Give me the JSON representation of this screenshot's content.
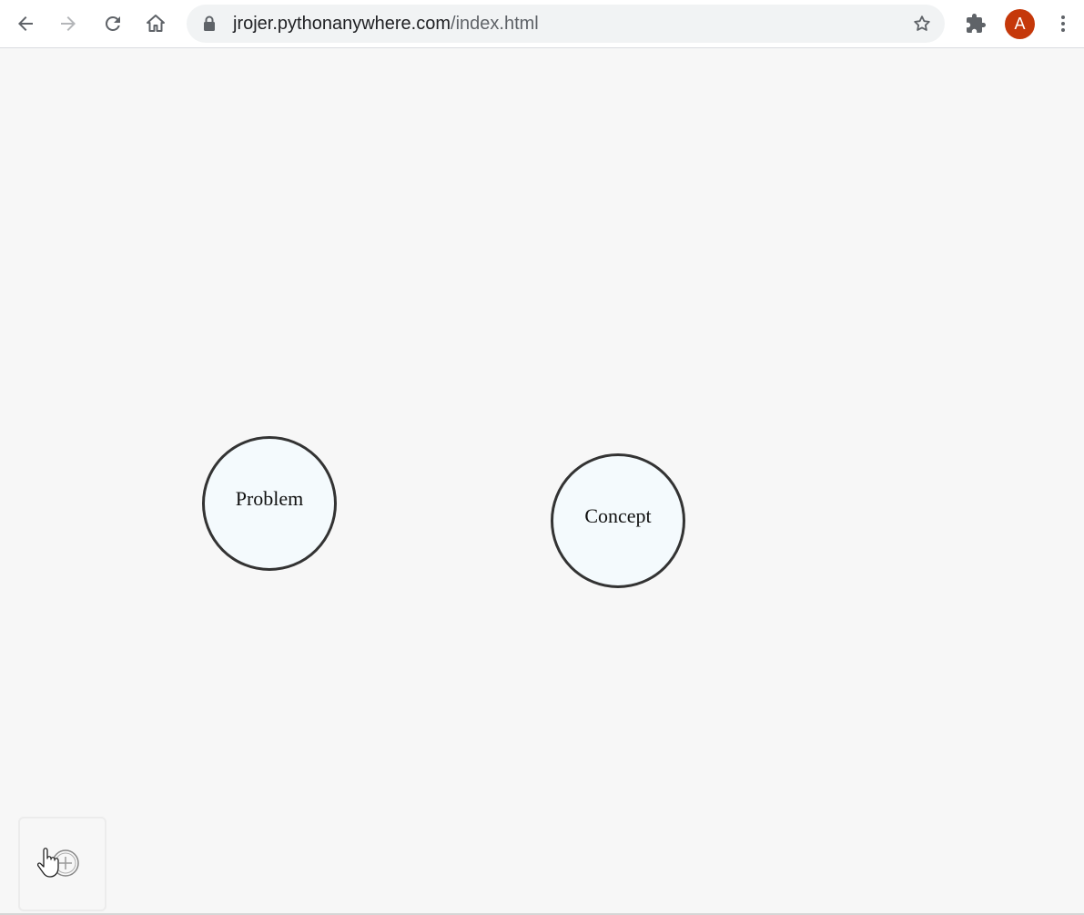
{
  "browser": {
    "address": {
      "host": "jrojer.pythonanywhere.com",
      "path": "/index.html"
    },
    "profile_initial": "A",
    "icons": {
      "back": "arrow-left-icon",
      "forward": "arrow-right-icon",
      "reload": "reload-icon",
      "home": "home-icon",
      "lock": "lock-icon",
      "bookmark": "star-icon",
      "extensions": "puzzle-icon",
      "menu": "kebab-menu-icon"
    },
    "colors": {
      "avatar": "#c5380a",
      "omnibox": "#f1f3f4"
    }
  },
  "canvas": {
    "nodes": [
      {
        "label": "Problem"
      },
      {
        "label": "Concept"
      }
    ],
    "add_tool_icon": "add-node-icon",
    "colors": {
      "node_fill": "#f4fafd",
      "node_stroke": "#333333",
      "background": "#f7f7f7"
    }
  }
}
